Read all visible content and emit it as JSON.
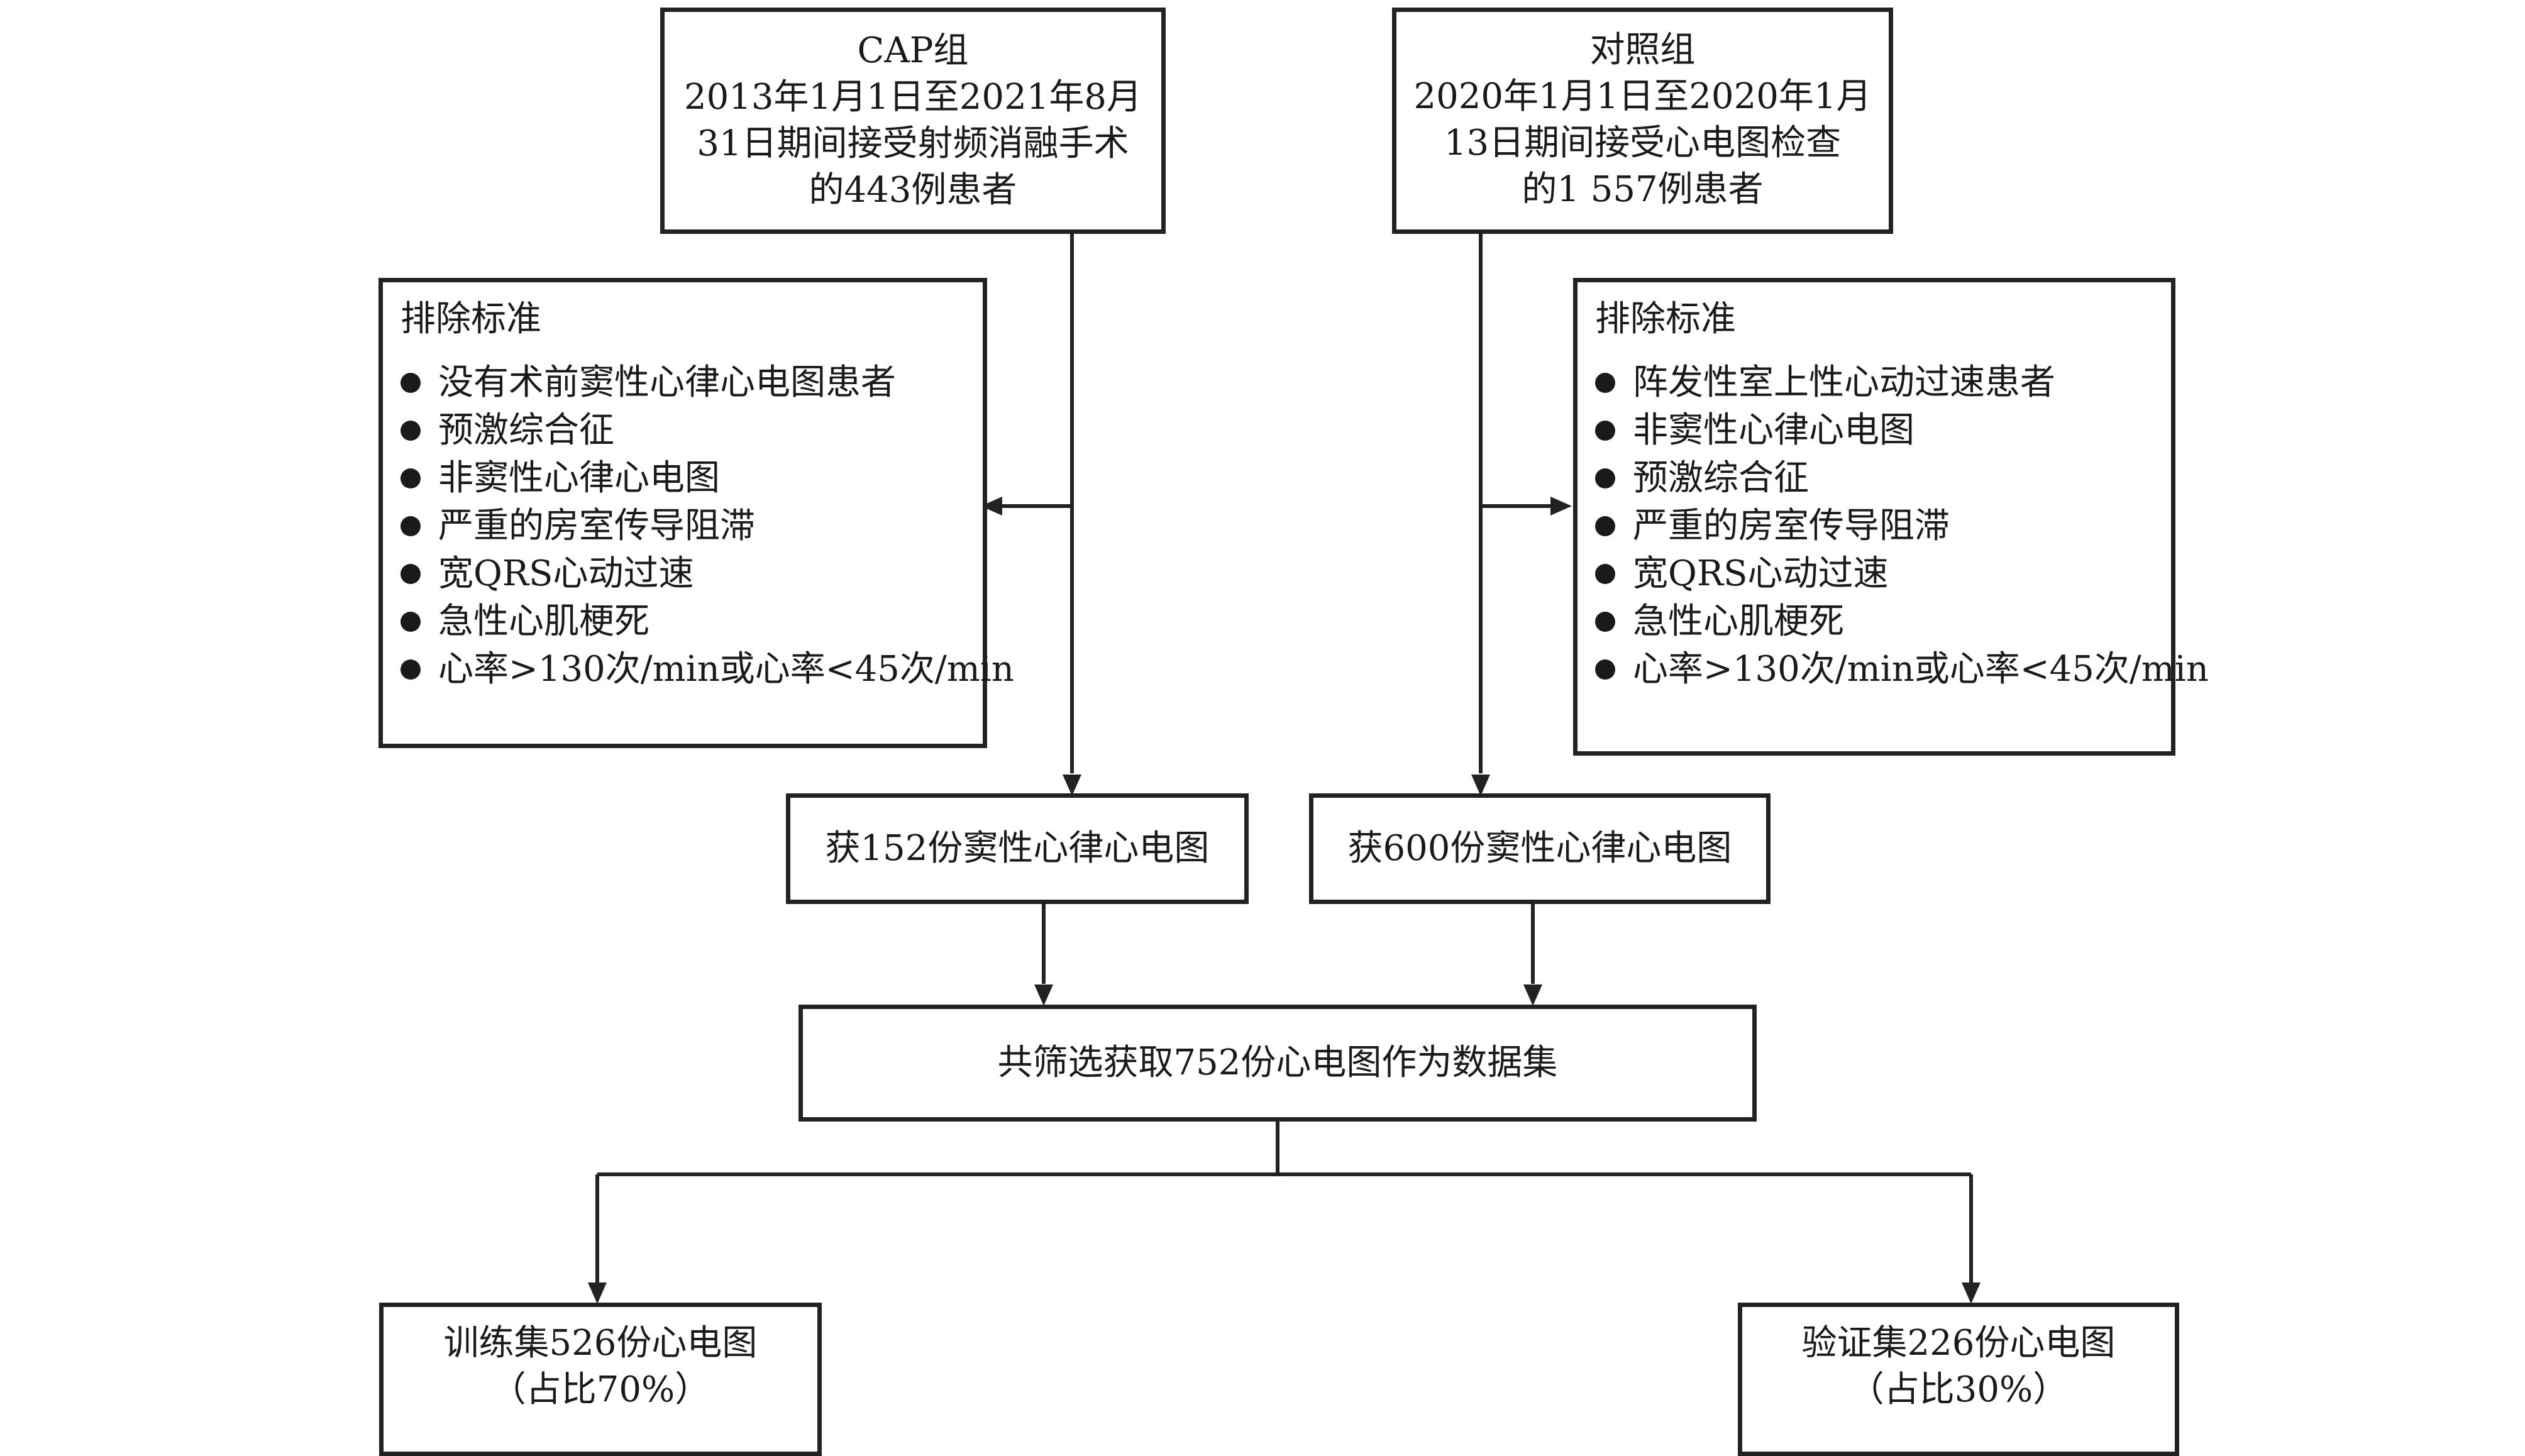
{
  "cap_group": {
    "title": "CAP组",
    "lines": [
      "2013年1月1日至2021年8月",
      "31日期间接受射频消融手术",
      "的443例患者"
    ]
  },
  "control_group": {
    "title": "对照组",
    "lines": [
      "2020年1月1日至2020年1月",
      "13日期间接受心电图检查",
      "的1 557例患者"
    ]
  },
  "exclusion_left": {
    "title": "排除标准",
    "items": [
      "没有术前窦性心律心电图患者",
      "预激综合征",
      "非窦性心律心电图",
      "严重的房室传导阻滞",
      "宽QRS心动过速",
      "急性心肌梗死",
      "心率>130次/min或心率<45次/min"
    ]
  },
  "exclusion_right": {
    "title": "排除标准",
    "items": [
      "阵发性室上性心动过速患者",
      "非窦性心律心电图",
      "预激综合征",
      "严重的房室传导阻滞",
      "宽QRS心动过速",
      "急性心肌梗死",
      "心率>130次/min或心率<45次/min"
    ]
  },
  "result_left": "获152份窦性心律心电图",
  "result_right": "获600份窦性心律心电图",
  "dataset": "共筛选获取752份心电图作为数据集",
  "train": {
    "line1": "训练集526份心电图",
    "line2": "（占比70%）"
  },
  "validation": {
    "line1": "验证集226份心电图",
    "line2": "（占比30%）"
  }
}
